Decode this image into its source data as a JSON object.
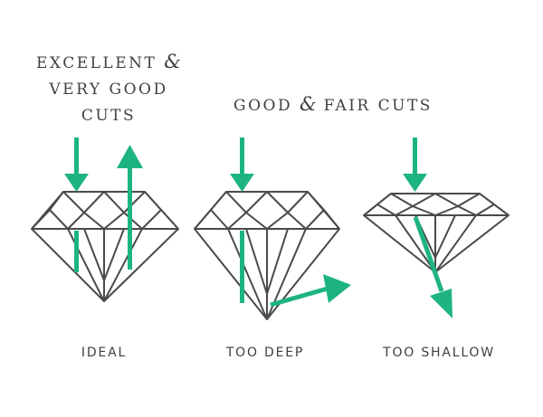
{
  "colors": {
    "outline": "#4a4a4a",
    "arrow": "#1db482",
    "background": "#ffffff"
  },
  "headings": {
    "excellent_line1": "EXCELLENT",
    "excellent_amp": "&",
    "excellent_line2": "VERY GOOD",
    "excellent_line3": "CUTS",
    "good_part1": "GOOD",
    "good_amp": "&",
    "good_part2": "FAIR CUTS"
  },
  "captions": {
    "ideal": "IDEAL",
    "too_deep": "TOO DEEP",
    "too_shallow": "TOO SHALLOW"
  },
  "icons": [
    "down-arrow-icon",
    "up-arrow-icon",
    "diamond-icon",
    "deflected-arrow-icon"
  ]
}
